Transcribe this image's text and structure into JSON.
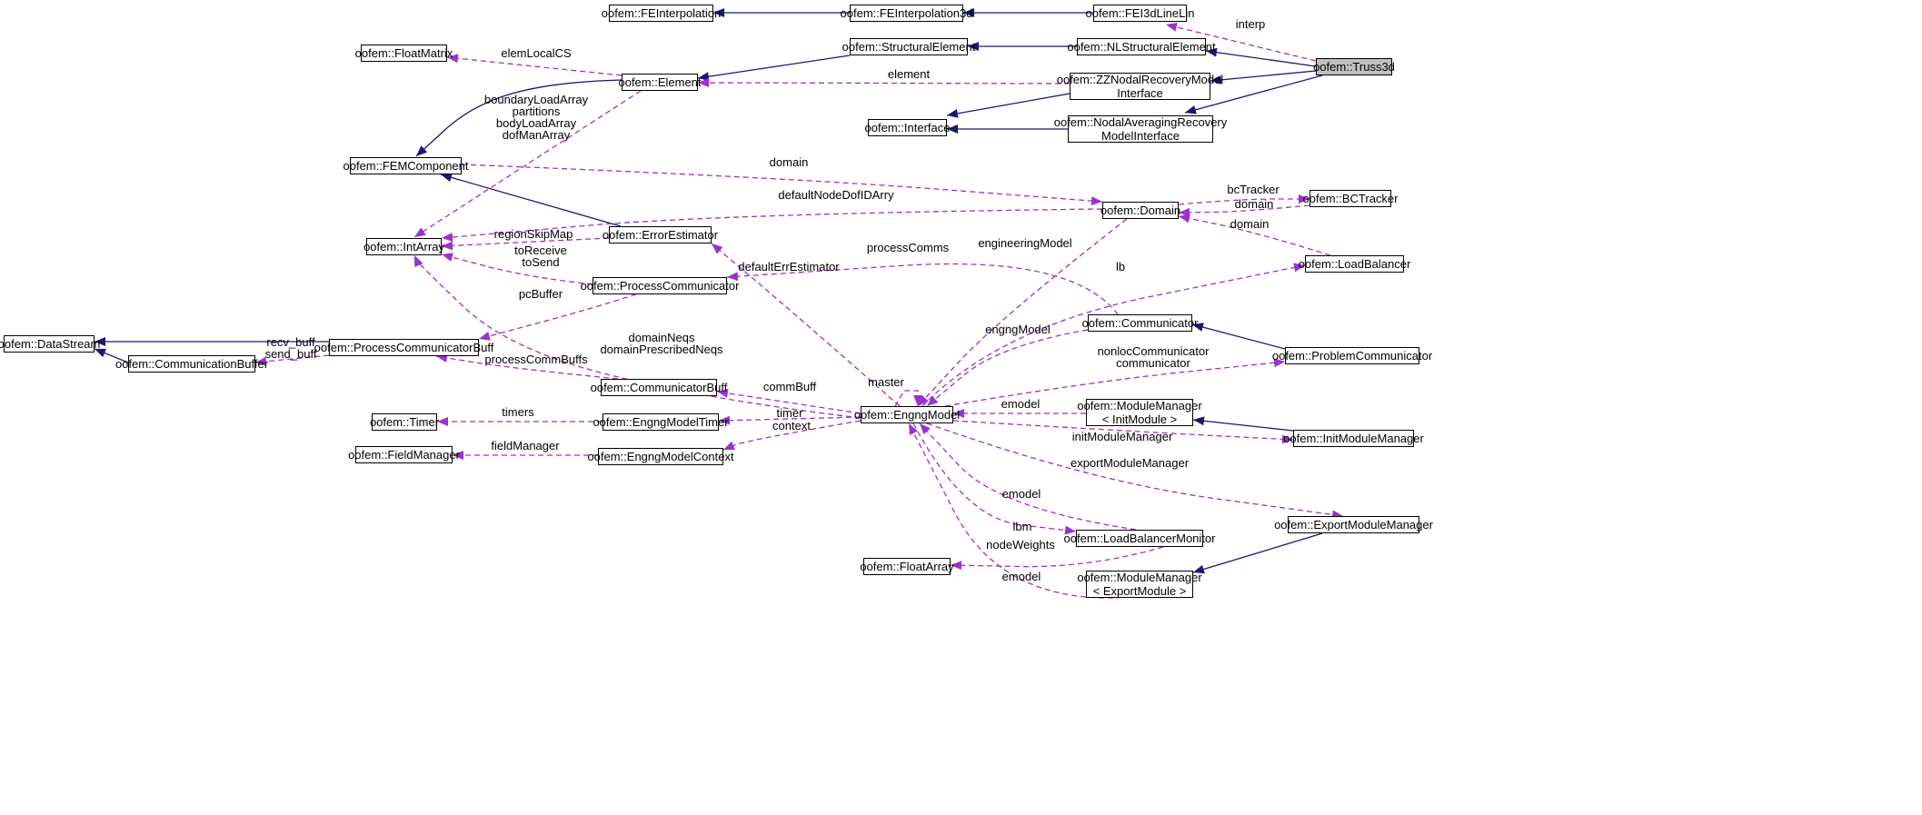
{
  "diagram": {
    "title": "",
    "nodes": [
      {
        "id": "FEInterpolation",
        "lines": [
          "oofem::FEInterpolation"
        ]
      },
      {
        "id": "FEInterpolation3d",
        "lines": [
          "oofem::FEInterpolation3d"
        ]
      },
      {
        "id": "FEI3dLineLin",
        "lines": [
          "oofem::FEI3dLineLin"
        ]
      },
      {
        "id": "FloatMatrix",
        "lines": [
          "oofem::FloatMatrix"
        ]
      },
      {
        "id": "StructuralElement",
        "lines": [
          "oofem::StructuralElement"
        ]
      },
      {
        "id": "NLStructuralElement",
        "lines": [
          "oofem::NLStructuralElement"
        ]
      },
      {
        "id": "Truss3d",
        "lines": [
          "oofem::Truss3d"
        ],
        "highlight": true
      },
      {
        "id": "Element",
        "lines": [
          "oofem::Element"
        ]
      },
      {
        "id": "ZZNodalRecovery",
        "lines": [
          "oofem::ZZNodalRecoveryModel",
          "Interface"
        ]
      },
      {
        "id": "Interface",
        "lines": [
          "oofem::Interface"
        ]
      },
      {
        "id": "NodalAveraging",
        "lines": [
          "oofem::NodalAveragingRecovery",
          "ModelInterface"
        ]
      },
      {
        "id": "FEMComponent",
        "lines": [
          "oofem::FEMComponent"
        ]
      },
      {
        "id": "BCTracker",
        "lines": [
          "oofem::BCTracker"
        ]
      },
      {
        "id": "Domain",
        "lines": [
          "oofem::Domain"
        ]
      },
      {
        "id": "IntArray",
        "lines": [
          "oofem::IntArray"
        ]
      },
      {
        "id": "ErrorEstimator",
        "lines": [
          "oofem::ErrorEstimator"
        ]
      },
      {
        "id": "LoadBalancer",
        "lines": [
          "oofem::LoadBalancer"
        ]
      },
      {
        "id": "ProcessCommunicator",
        "lines": [
          "oofem::ProcessCommunicator"
        ]
      },
      {
        "id": "Communicator",
        "lines": [
          "oofem::Communicator"
        ]
      },
      {
        "id": "DataStream",
        "lines": [
          "oofem::DataStream"
        ]
      },
      {
        "id": "ProcessCommunicatorBuff",
        "lines": [
          "oofem::ProcessCommunicatorBuff"
        ]
      },
      {
        "id": "ProblemCommunicator",
        "lines": [
          "oofem::ProblemCommunicator"
        ]
      },
      {
        "id": "CommunicationBuffer",
        "lines": [
          "oofem::CommunicationBuffer"
        ]
      },
      {
        "id": "CommunicatorBuff",
        "lines": [
          "oofem::CommunicatorBuff"
        ]
      },
      {
        "id": "ModuleManagerInit",
        "lines": [
          "oofem::ModuleManager",
          "< InitModule >"
        ]
      },
      {
        "id": "Timer",
        "lines": [
          "oofem::Timer"
        ]
      },
      {
        "id": "EngngModelTimer",
        "lines": [
          "oofem::EngngModelTimer"
        ]
      },
      {
        "id": "EngngModel",
        "lines": [
          "oofem::EngngModel"
        ]
      },
      {
        "id": "InitModuleManager",
        "lines": [
          "oofem::InitModuleManager"
        ]
      },
      {
        "id": "FieldManager",
        "lines": [
          "oofem::FieldManager"
        ]
      },
      {
        "id": "EngngModelContext",
        "lines": [
          "oofem::EngngModelContext"
        ]
      },
      {
        "id": "ExportModuleManager",
        "lines": [
          "oofem::ExportModuleManager"
        ]
      },
      {
        "id": "LoadBalancerMonitor",
        "lines": [
          "oofem::LoadBalancerMonitor"
        ]
      },
      {
        "id": "FloatArray",
        "lines": [
          "oofem::FloatArray"
        ]
      },
      {
        "id": "ModuleManagerExport",
        "lines": [
          "oofem::ModuleManager",
          "< ExportModule >"
        ]
      }
    ],
    "edges": [
      {
        "from": "FEInterpolation3d",
        "to": "FEInterpolation",
        "kind": "inherit"
      },
      {
        "from": "FEI3dLineLin",
        "to": "FEInterpolation3d",
        "kind": "inherit"
      },
      {
        "from": "NLStructuralElement",
        "to": "StructuralElement",
        "kind": "inherit"
      },
      {
        "from": "StructuralElement",
        "to": "Element",
        "kind": "inherit"
      },
      {
        "from": "Truss3d",
        "to": "NLStructuralElement",
        "kind": "inherit"
      },
      {
        "from": "Truss3d",
        "to": "ZZNodalRecovery",
        "kind": "inherit"
      },
      {
        "from": "Truss3d",
        "to": "NodalAveraging",
        "kind": "inherit"
      },
      {
        "from": "ZZNodalRecovery",
        "to": "Interface",
        "kind": "inherit"
      },
      {
        "from": "NodalAveraging",
        "to": "Interface",
        "kind": "inherit"
      },
      {
        "from": "Element",
        "to": "FEMComponent",
        "kind": "inherit"
      },
      {
        "from": "ErrorEstimator",
        "to": "FEMComponent",
        "kind": "inherit"
      },
      {
        "from": "ProcessCommunicatorBuff",
        "to": "DataStream",
        "kind": "inherit"
      },
      {
        "from": "CommunicationBuffer",
        "to": "DataStream",
        "kind": "inherit"
      },
      {
        "from": "ProblemCommunicator",
        "to": "Communicator",
        "kind": "inherit"
      },
      {
        "from": "InitModuleManager",
        "to": "ModuleManagerInit",
        "kind": "inherit"
      },
      {
        "from": "ExportModuleManager",
        "to": "ModuleManagerExport",
        "kind": "inherit"
      },
      {
        "from": "Truss3d",
        "to": "FEI3dLineLin",
        "kind": "use",
        "label": [
          "interp"
        ]
      },
      {
        "from": "Element",
        "to": "FloatMatrix",
        "kind": "use",
        "label": [
          "elemLocalCS"
        ]
      },
      {
        "from": "ZZNodalRecovery",
        "to": "Element",
        "kind": "use",
        "label": [
          "element"
        ]
      },
      {
        "from": "Element",
        "to": "IntArray",
        "kind": "use",
        "label": [
          "boundaryLoadArray",
          "partitions",
          "bodyLoadArray",
          "dofManArray"
        ]
      },
      {
        "from": "FEMComponent",
        "to": "Domain",
        "kind": "use",
        "label": [
          "domain"
        ]
      },
      {
        "from": "Domain",
        "to": "BCTracker",
        "kind": "use",
        "label": [
          "bcTracker"
        ]
      },
      {
        "from": "BCTracker",
        "to": "Domain",
        "kind": "use",
        "label": [
          "domain"
        ]
      },
      {
        "from": "LoadBalancer",
        "to": "Domain",
        "kind": "use",
        "label": [
          "domain"
        ]
      },
      {
        "from": "Domain",
        "to": "IntArray",
        "kind": "use",
        "label": [
          "defaultNodeDofIDArry"
        ]
      },
      {
        "from": "ErrorEstimator",
        "to": "IntArray",
        "kind": "use",
        "label": [
          "regionSkipMap"
        ]
      },
      {
        "from": "ProcessCommunicator",
        "to": "IntArray",
        "kind": "use",
        "label": [
          "toReceive",
          "toSend"
        ]
      },
      {
        "from": "ProcessCommunicator",
        "to": "ProcessCommunicatorBuff",
        "kind": "use",
        "label": [
          "pcBuffer"
        ]
      },
      {
        "from": "ProcessCommunicatorBuff",
        "to": "CommunicationBuffer",
        "kind": "use",
        "label": [
          "recv_buff",
          "send_buff"
        ]
      },
      {
        "from": "CommunicatorBuff",
        "to": "ProcessCommunicatorBuff",
        "kind": "use",
        "label": [
          "processCommBuffs"
        ]
      },
      {
        "from": "EngngModel",
        "to": "IntArray",
        "kind": "use",
        "label": [
          "domainNeqs",
          "domainPrescribedNeqs"
        ]
      },
      {
        "from": "EngngModel",
        "to": "ErrorEstimator",
        "kind": "use",
        "label": [
          "defaultErrEstimator"
        ]
      },
      {
        "from": "Communicator",
        "to": "ProcessCommunicator",
        "kind": "use",
        "label": [
          "processComms"
        ]
      },
      {
        "from": "Domain",
        "to": "EngngModel",
        "kind": "use",
        "label": [
          "engineeringModel"
        ]
      },
      {
        "from": "EngngModel",
        "to": "LoadBalancer",
        "kind": "use",
        "label": [
          "lb"
        ]
      },
      {
        "from": "Communicator",
        "to": "EngngModel",
        "kind": "use",
        "label": [
          "engngModel"
        ]
      },
      {
        "from": "EngngModel",
        "to": "ProblemCommunicator",
        "kind": "use",
        "label": [
          "nonlocCommunicator",
          "communicator"
        ]
      },
      {
        "from": "EngngModel",
        "to": "EngngModel",
        "kind": "use",
        "label": [
          "master"
        ]
      },
      {
        "from": "EngngModel",
        "to": "CommunicatorBuff",
        "kind": "use",
        "label": [
          "commBuff"
        ]
      },
      {
        "from": "EngngModel",
        "to": "EngngModelTimer",
        "kind": "use",
        "label": [
          "timer"
        ]
      },
      {
        "from": "EngngModelTimer",
        "to": "Timer",
        "kind": "use",
        "label": [
          "timers"
        ]
      },
      {
        "from": "EngngModel",
        "to": "EngngModelContext",
        "kind": "use",
        "label": [
          "context"
        ]
      },
      {
        "from": "EngngModelContext",
        "to": "FieldManager",
        "kind": "use",
        "label": [
          "fieldManager"
        ]
      },
      {
        "from": "ModuleManagerInit",
        "to": "EngngModel",
        "kind": "use",
        "label": [
          "emodel"
        ]
      },
      {
        "from": "EngngModel",
        "to": "InitModuleManager",
        "kind": "use",
        "label": [
          "initModuleManager"
        ]
      },
      {
        "from": "EngngModel",
        "to": "ExportModuleManager",
        "kind": "use",
        "label": [
          "exportModuleManager"
        ]
      },
      {
        "from": "LoadBalancerMonitor",
        "to": "EngngModel",
        "kind": "use",
        "label": [
          "emodel"
        ]
      },
      {
        "from": "EngngModel",
        "to": "LoadBalancerMonitor",
        "kind": "use",
        "label": [
          "lbm"
        ]
      },
      {
        "from": "LoadBalancerMonitor",
        "to": "FloatArray",
        "kind": "use",
        "label": [
          "nodeWeights"
        ]
      },
      {
        "from": "ModuleManagerExport",
        "to": "EngngModel",
        "kind": "use",
        "label": [
          "emodel"
        ]
      }
    ]
  },
  "colors": {
    "inherit": "#191970",
    "use": "#9a32cd",
    "box_border": "#000000",
    "highlight_fill": "#bfbfbf"
  }
}
